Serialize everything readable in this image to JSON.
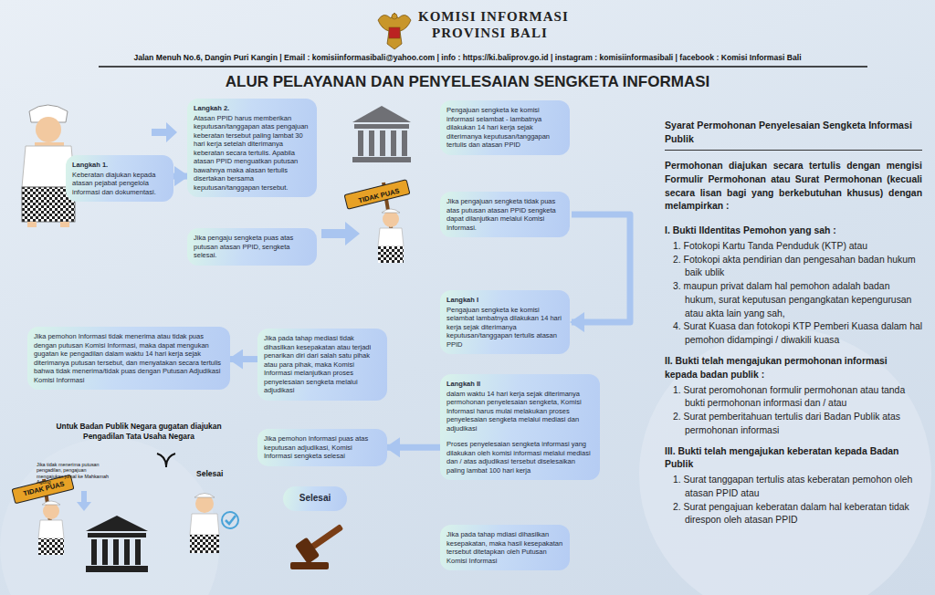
{
  "diagram": {
    "title": "ALUR PELAYANAN DAN PENYELESAIAN SENGKETA INFORMASI",
    "nodes": [
      {
        "text": [
          "Langkah 1.",
          "Keberatan diajukan kepada atasan pejabat pengelola informasi dan dokumentasi."
        ]
      },
      {
        "text": [
          "Langkah 2.",
          "Atasan PPID harus memberikan keputusan/tanggapan atas pengajuan keberatan tersebut paling lambat 30 hari kerja setelah diterimanya keberatan secara tertulis. Apabila atasan PPID menguatkan putusan bawahnya maka alasan tertulis disertakan bersama keputusan/tanggapan tersebut."
        ]
      },
      {
        "text": [
          "Jika pengaju sengketa puas atas putusan atasan PPID, sengketa selesai."
        ]
      },
      {
        "text": [
          "Pengajuan sengketa ke komisi informasi selambat - lambatnya dilakukan 14 hari kerja sejak diterimanya keputusan/tanggapan tertulis dan atasan PPID"
        ]
      },
      {
        "text": [
          "Jika pengajuan sengketa tidak puas atas putusan atasan PPID sengketa dapat dilanjutkan melalui Komisi Informasi."
        ]
      },
      {
        "text": [
          "Langkah I",
          "Pengajuan sengketa ke komisi selambat lambatnya dilakukan 14 hari kerja sejak diterimanya keputusan/tanggapan tertulis atasan PPID"
        ]
      },
      {
        "text": [
          "Langkah II",
          "dalam waktu 14 hari kerja sejak diterimanya permohonan penyelesaian sengketa, Komisi Informasi harus mulai melakukan proses penyelesaian sengketa melalui mediasi dan adjudikasi",
          "Proses penyelesaian sengketa informasi yang dilakukan oleh komisi informasi melalui mediasi dan / atas adjudikasi tersebut diselesaikan paling lambat 100 hari kerja"
        ]
      },
      {
        "text": [
          "Jika pada tahap mdiasi dihasilkan kesepakatan, maka hasil kesepakatan tersebut ditetapkan oleh Putusan Komisi Informasi"
        ]
      },
      {
        "text": [
          "Jika pada tahap mediasi tidak dihasilkan kesepakatan atau terjadi penarikan diri dari salah satu pihak atau para pihak, maka Komisi Informasi melanjutkan proses penyelesaian sengketa melalui adjudikasi"
        ]
      },
      {
        "text": [
          "Jika pemohon Informasi puas atas keputusan adjudikasi, Komisi Informasi sengketa selesai"
        ]
      },
      {
        "text": [
          "Jika pemohon Informasi tidak menerima atau tidak puas dengan putusan Komisi Informasi, maka dapat mengukan gugatan ke pengadilan dalam waktu 14 hari kerja sejak diterimanya putusan tersebut, dan menyatakan secara tertulis bahwa tidak menerima/tidak puas dengan Putusan Adjudikasi Komisi Informasi"
        ]
      },
      {
        "text": [
          "Selesai"
        ]
      }
    ],
    "edges": [
      {
        "from": 0,
        "to": 1,
        "arrow": "to"
      },
      {
        "from": 4,
        "to": 5,
        "arrow": "to"
      },
      {
        "from": 6,
        "to": 9,
        "arrow": "to"
      },
      {
        "from": 8,
        "to": 10,
        "arrow": "to"
      }
    ],
    "labels": [
      "KOMISI INFORMASI",
      "PROVINSI BALI",
      "Jalan Menuh No.6, Dangin Puri Kangin | Email : komisiinformasibali@yahoo.com | info : https://ki.baliprov.go.id | instagram : komisiinformasibali | facebook : Komisi Informasi Bali",
      "TIDAK PUAS",
      "Untuk Badan Publik Negara gugatan diajukan Pengadilan Tata Usaha Negara",
      "Jika tidak menerima putusan pengadilan, pengajuan mengajukan jumal ke Mahkamah Agung",
      "TIDAK PUAS",
      "Selesai",
      "Syarat Permohonan Penyelesaian Sengketa Informasi Publik",
      "Permohonan diajukan secara tertulis dengan mengisi Formulir Permohonan atau Surat Permohonan (kecuali secara lisan bagi yang berkebutuhan khusus) dengan melampirkan :",
      "I. Bukti IIdentitas Pemohon yang sah :",
      "1. Fotokopi Kartu Tanda Penduduk (KTP) atau",
      "2. Fotokopi akta pendirian dan pengesahan badan hukum baik ublik",
      "3. maupun privat dalam hal pemohon adalah badan hukum, surat keputusan pengangkatan kepengurusan atau akta lain yang sah,",
      "4. Surat Kuasa dan fotokopi KTP Pemberi Kuasa dalam hal pemohon didampingi / diwakili kuasa",
      "II. Bukti telah mengajukan permohonan informasi kepada badan publik :",
      "1. Surat peromohonan formulir permohonan atau tanda bukti permohonan informasi dan / atau",
      "2. Surat pemberitahuan tertulis dari Badan Publik atas permohonan informasi",
      "III. Bukti telah mengajukan keberatan kepada Badan Publik",
      "1. Surat tanggapan tertulis atas keberatan pemohon oleh atasan PPID atau",
      "2. Surat pengajuan keberatan dalam hal keberatan tidak direspon oleh atasan PPID"
    ]
  }
}
